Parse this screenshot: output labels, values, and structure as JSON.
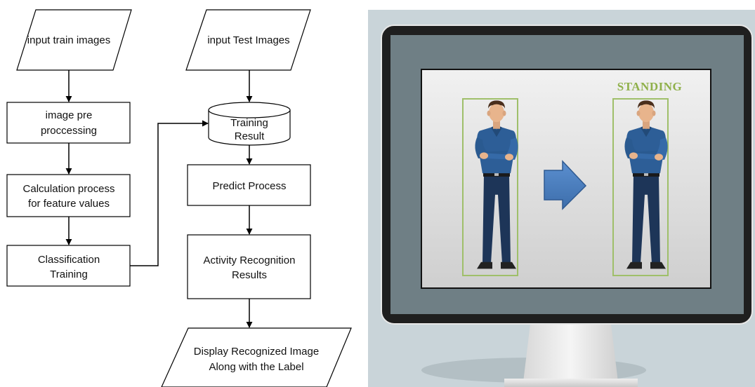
{
  "flowchart": {
    "input_train": "input train images",
    "input_test": "input Test Images",
    "preprocess": [
      "image pre",
      "proccessing"
    ],
    "calculation": [
      "Calculation process",
      "for feature values"
    ],
    "classification": [
      "Classification",
      "Training"
    ],
    "training_result": [
      "Training",
      "Result"
    ],
    "predict": "Predict Process",
    "activity": [
      "Activity Recognition",
      "Results"
    ],
    "display": [
      "Display Recognized Image",
      "Along with the Label"
    ]
  },
  "illustration": {
    "label": "STANDING",
    "colors": {
      "background": "#c9d4d9",
      "bezel": "#1f1f1f",
      "panel": "#6f7f85",
      "box_border": "#9fbf6a",
      "arrow": "#4a7ec0",
      "shirt": "#2d5e97",
      "pants": "#1d3558",
      "skin": "#e8b48c",
      "hair": "#4a2e1c"
    }
  }
}
